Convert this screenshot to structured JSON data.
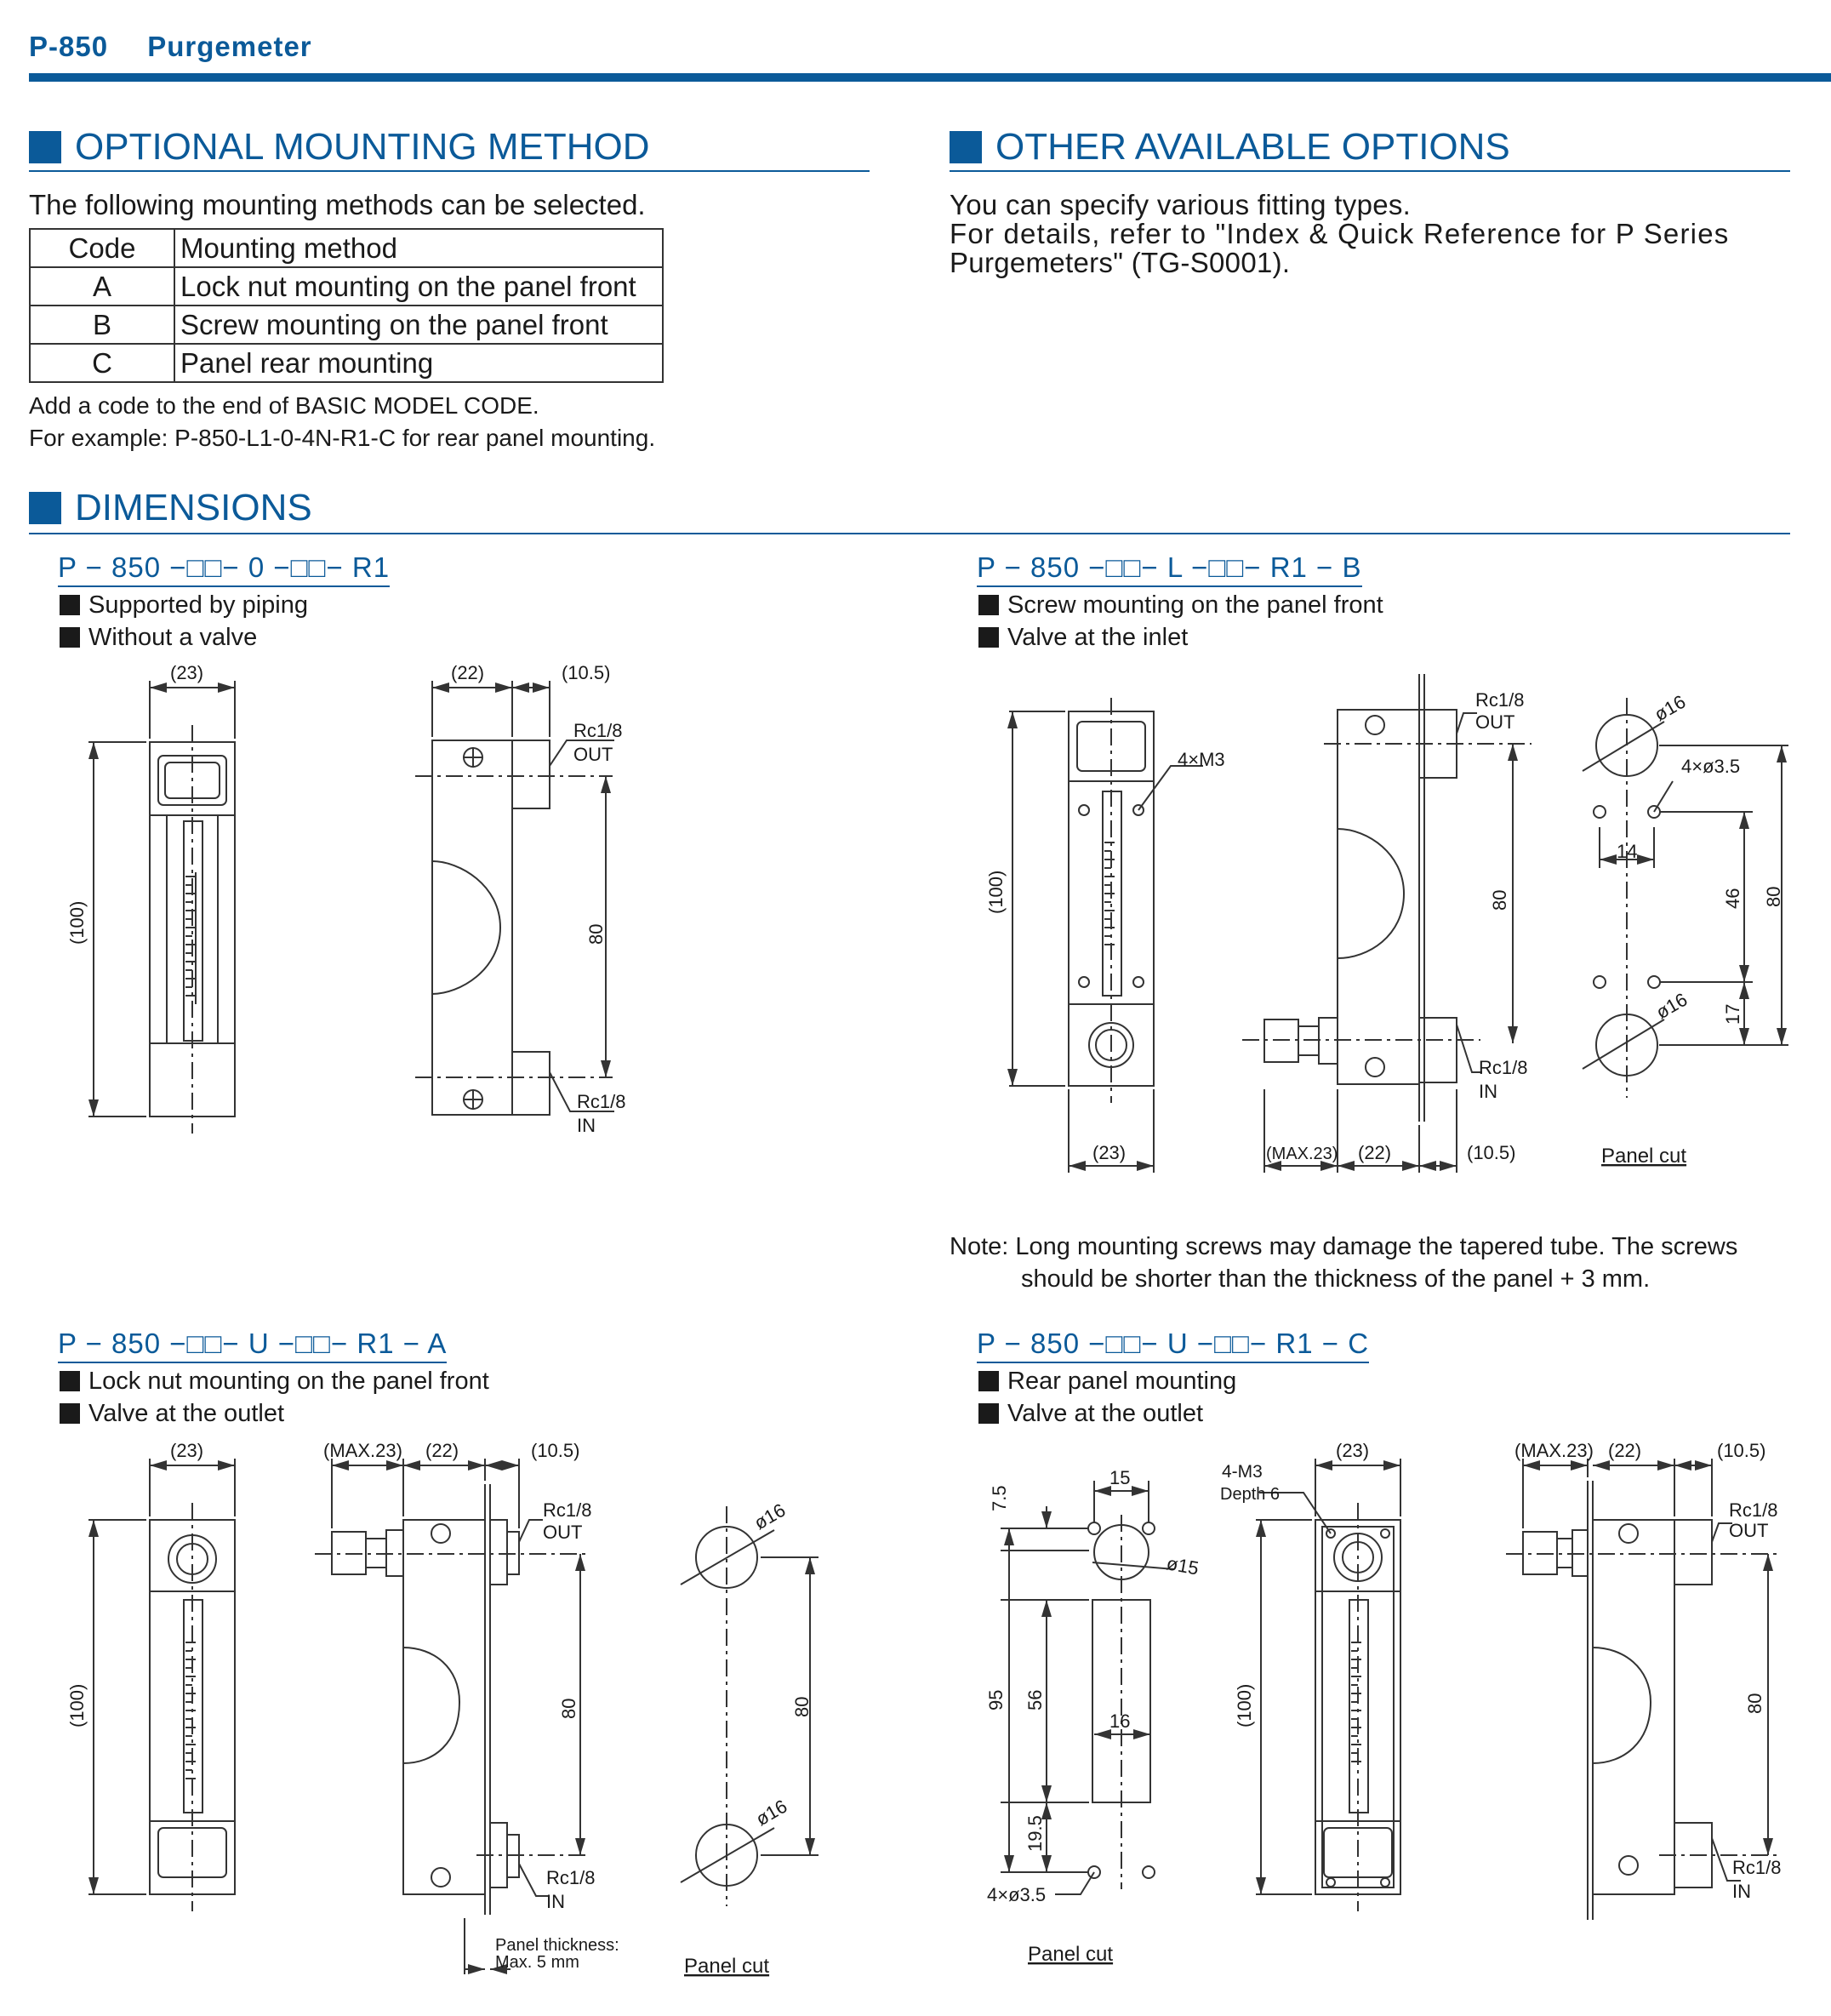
{
  "header": {
    "model": "P-850",
    "name": "Purgemeter"
  },
  "mounting": {
    "title": "OPTIONAL MOUNTING METHOD",
    "intro": "The following mounting methods can be selected.",
    "table": {
      "headers": [
        "Code",
        "Mounting method"
      ],
      "rows": [
        [
          "A",
          "Lock nut mounting on the panel front"
        ],
        [
          "B",
          "Screw mounting on the panel front"
        ],
        [
          "C",
          "Panel rear mounting"
        ]
      ]
    },
    "note1": "Add a code to the end of BASIC MODEL CODE.",
    "note2": "For example: P-850-L1-0-4N-R1-C for rear panel mounting."
  },
  "options": {
    "title": "OTHER AVAILABLE OPTIONS",
    "line1": "You can specify various fitting types.",
    "line2": "For details, refer to \"Index & Quick Reference for P Series",
    "line3": "Purgemeters\" (TG-S0001)."
  },
  "dimensions": {
    "title": "DIMENSIONS",
    "d1": {
      "model": "P − 850 −□□− 0 −□□− R1",
      "b1": "Supported by piping",
      "b2": "Without a valve"
    },
    "d2": {
      "model": "P − 850 −□□− L −□□− R1 − B",
      "b1": "Screw mounting on the panel front",
      "b2": "Valve at the inlet"
    },
    "d3": {
      "model": "P − 850 −□□− U −□□− R1 − A",
      "b1": "Lock nut mounting on the panel front",
      "b2": "Valve at the outlet"
    },
    "d4": {
      "model": "P − 850 −□□− U −□□− R1 − C",
      "b1": "Rear panel mounting",
      "b2": "Valve at the outlet"
    },
    "note1": "Note: Long mounting screws may damage the tapered tube. The screws",
    "note2": "should be shorter than the thickness of the panel + 3 mm.",
    "labels": {
      "w23": "(23)",
      "w22": "(22)",
      "w105": "(10.5)",
      "h100": "(100)",
      "h80": "80",
      "rc": "Rc1/8",
      "out": "OUT",
      "in": "IN",
      "m3": "4×M3",
      "max23": "(MAX.23)",
      "d16": "ø16",
      "d35": "4×ø3.5",
      "v14": "14",
      "v46": "46",
      "v17": "17",
      "panelcut": "Panel cut",
      "thk1": "Panel thickness:",
      "thk2": "Max. 5 mm",
      "v15": "15",
      "v75": "7.5",
      "d15": "ø15",
      "v95": "95",
      "v56": "56",
      "v16": "16",
      "v195": "19.5",
      "m3d": "4-M3",
      "depth": "Depth 6"
    }
  }
}
